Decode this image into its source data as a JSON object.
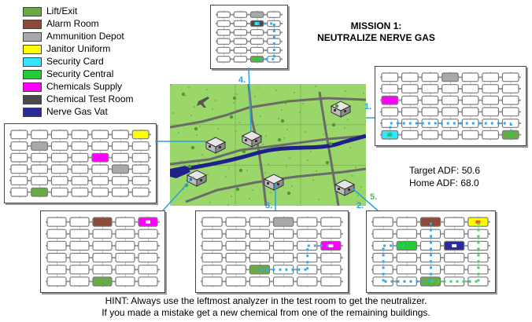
{
  "legend": [
    {
      "label": "Lift/Exit",
      "color": "#6aaa46",
      "icon": "lift-exit-swatch"
    },
    {
      "label": "Alarm Room",
      "color": "#8b4a3a",
      "icon": "alarm-room-swatch"
    },
    {
      "label": "Ammunition Depot",
      "color": "#a9a9a9",
      "icon": "ammunition-depot-swatch"
    },
    {
      "label": "Janitor Uniform",
      "color": "#ffff00",
      "icon": "janitor-uniform-swatch"
    },
    {
      "label": "Security Card",
      "color": "#33e6ff",
      "icon": "security-card-swatch"
    },
    {
      "label": "Security Central",
      "color": "#22cc33",
      "icon": "security-central-swatch"
    },
    {
      "label": "Chemicals Supply",
      "color": "#ff00ff",
      "icon": "chemicals-supply-swatch"
    },
    {
      "label": "Chemical Test Room",
      "color": "#4a4a4a",
      "icon": "chemical-test-room-swatch"
    },
    {
      "label": "Nerve Gas Vat",
      "color": "#2a2a9a",
      "icon": "nerve-gas-vat-swatch"
    }
  ],
  "mission": {
    "line1": "MISSION 1:",
    "line2": "NEUTRALIZE NERVE GAS"
  },
  "adf": {
    "target": "Target ADF: 50.6",
    "home": "Home ADF: 68.0"
  },
  "callouts": [
    "1.",
    "2.",
    "3.",
    "4.",
    "5."
  ],
  "hint": {
    "line1": "HINT: Always use the leftmost analyzer in the test room to get the neutralizer.",
    "line2": "If you made a mistake get a new chemical from one of the remaining buildings."
  },
  "colors": {
    "lift": "#6aaa46",
    "alarm": "#8b4a3a",
    "ammo": "#a9a9a9",
    "janitor": "#ffff00",
    "card": "#33e6ff",
    "central": "#22cc33",
    "chem": "#ff00ff",
    "test": "#4a4a4a",
    "vat": "#2a2a9a",
    "path_blue": "#33aaee",
    "path_green": "#33dd55",
    "grass": "#9ad66a",
    "road": "#6b6b6b",
    "river": "#20208a",
    "callout_blue": "#2aa0dd",
    "callout_green": "#33cc55"
  }
}
